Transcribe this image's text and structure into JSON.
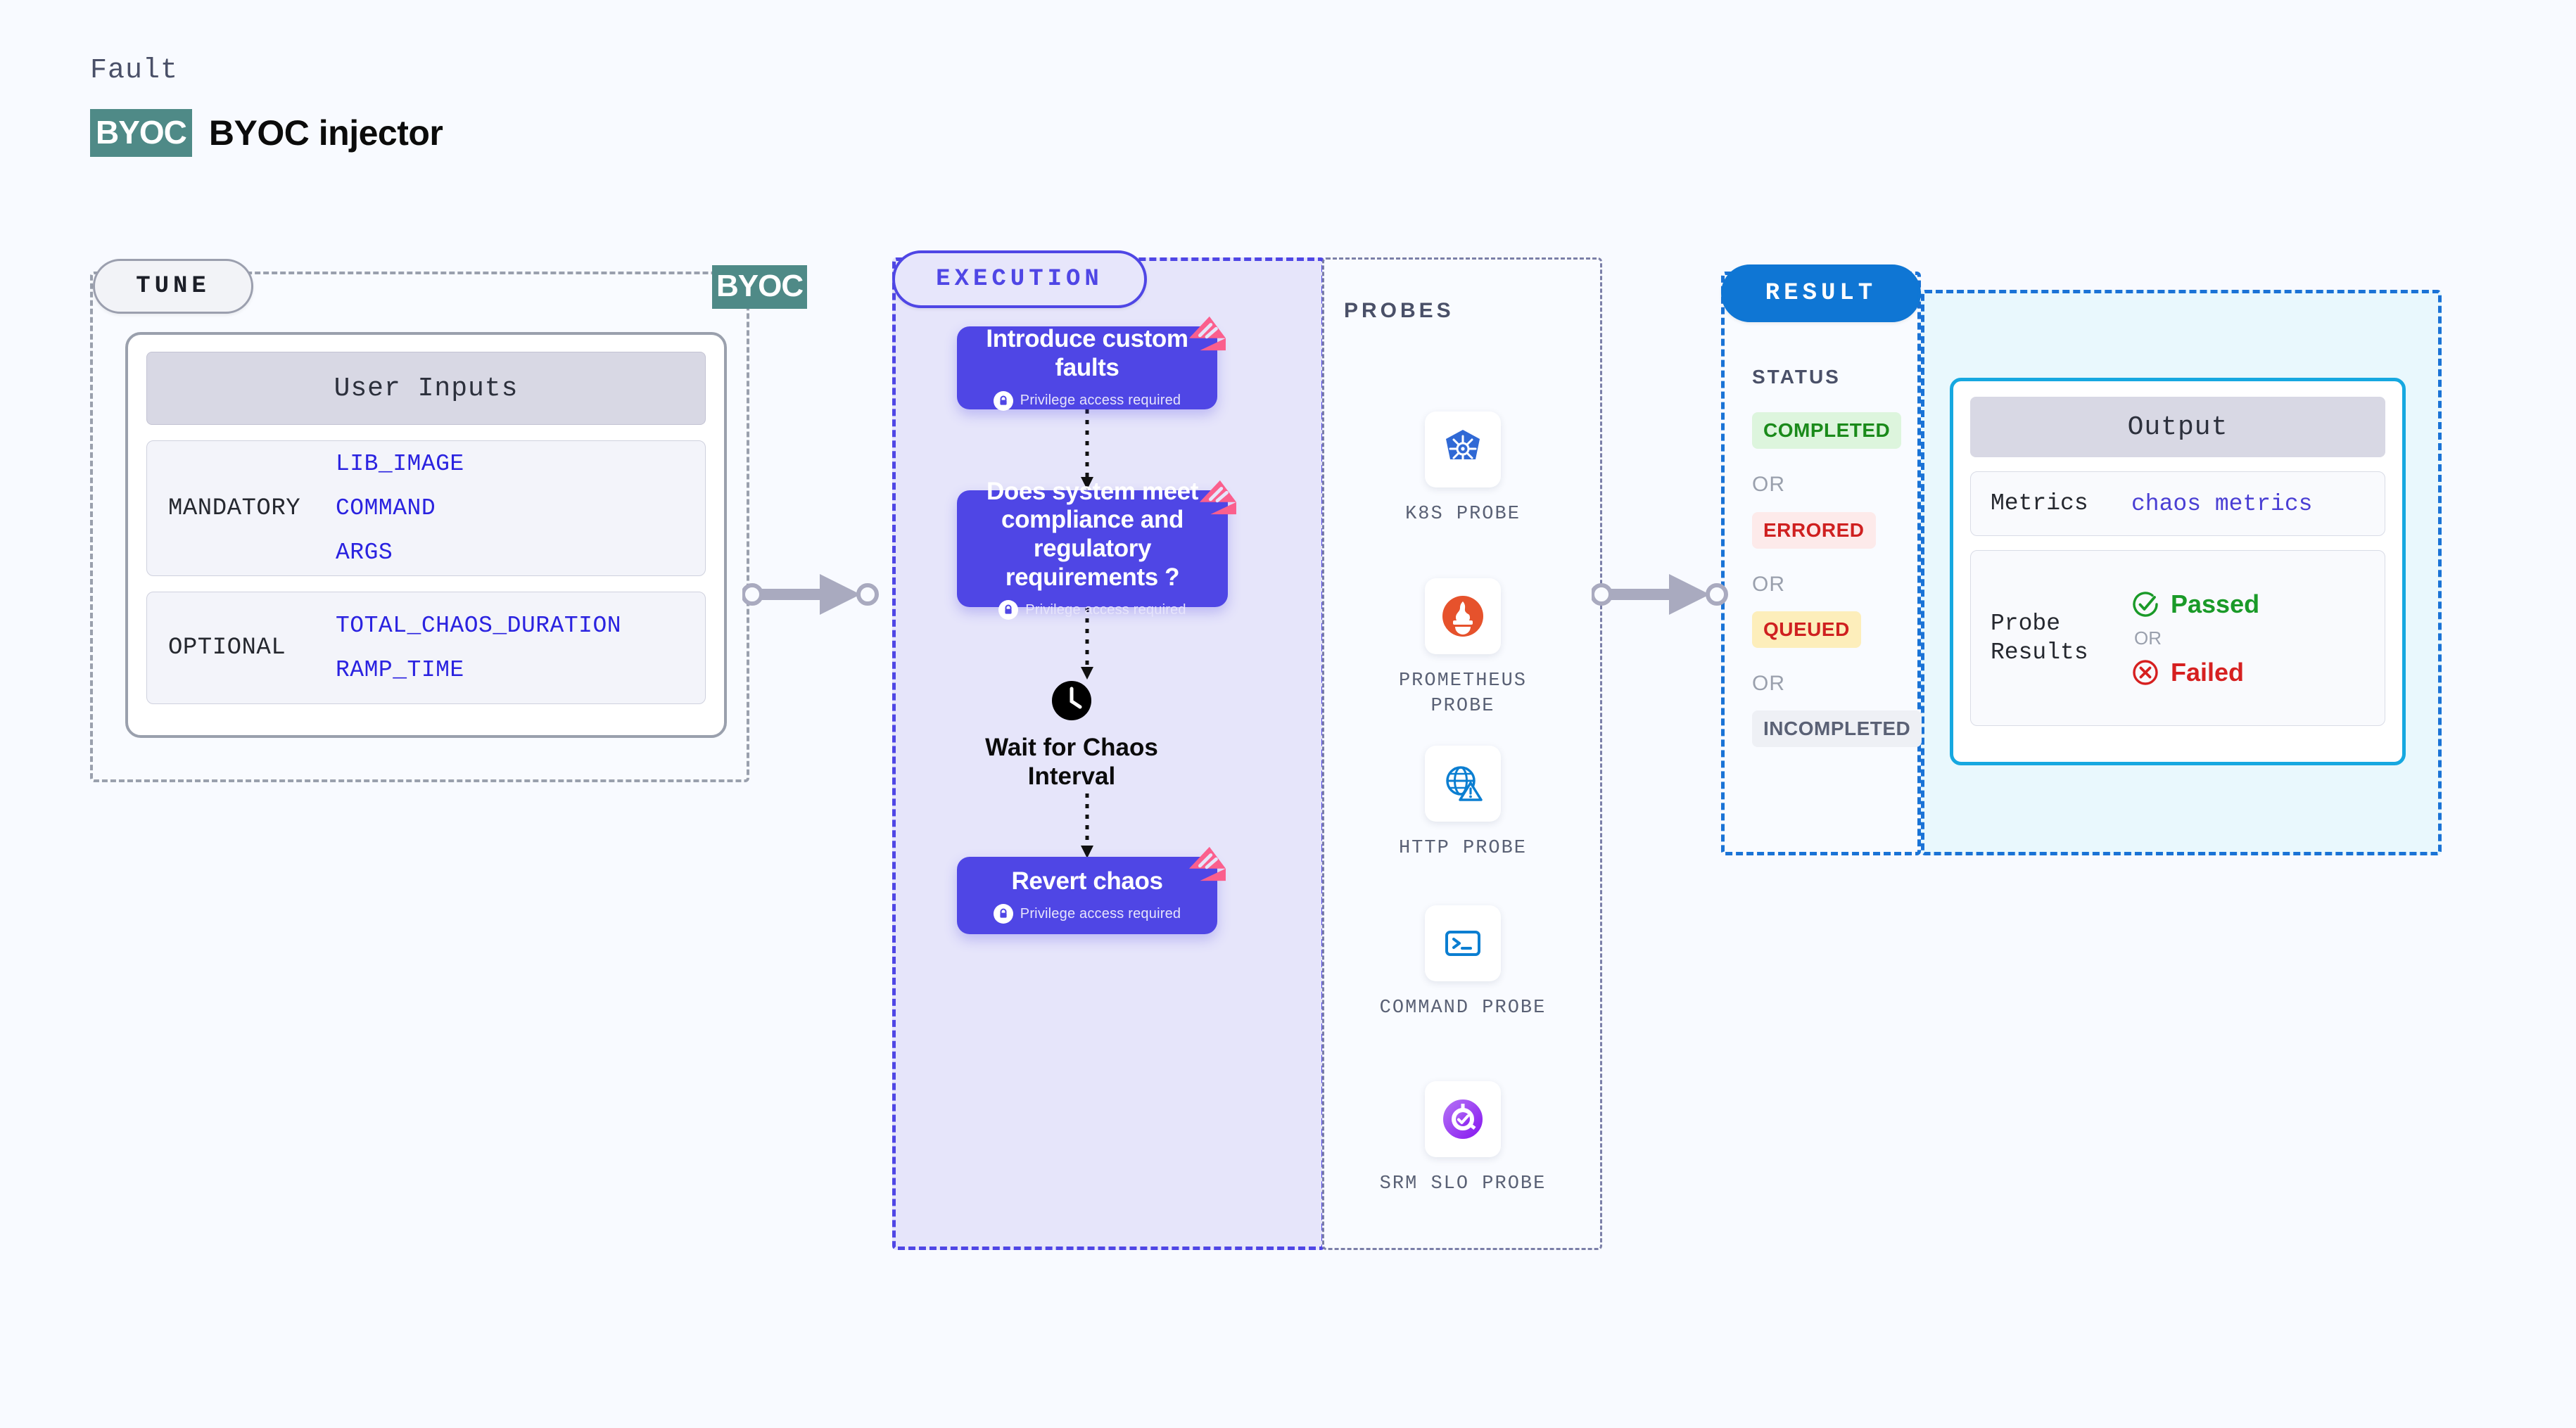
{
  "header": {
    "eyebrow": "Fault",
    "chip_label": "BYOC",
    "title": "BYOC injector",
    "chip_color": "#4f8a87"
  },
  "tune": {
    "section_label": "TUNE",
    "byoc_tag": "BYOC",
    "card_header": "User Inputs",
    "groups": [
      {
        "label": "MANDATORY",
        "values": [
          "LIB_IMAGE",
          "COMMAND",
          "ARGS"
        ]
      },
      {
        "label": "OPTIONAL",
        "values": [
          "TOTAL_CHAOS_DURATION",
          "RAMP_TIME"
        ]
      }
    ],
    "value_color": "#2a22e0"
  },
  "execution": {
    "section_label": "EXECUTION",
    "accent_color": "#4f46e5",
    "privilege_note": "Privilege access required",
    "nodes": [
      {
        "title": "Introduce custom faults",
        "note": "Privilege access required"
      },
      {
        "title": "Does system meet compliance and regulatory requirements ?",
        "note": "Privilege access required"
      },
      {
        "title": "Wait for Chaos Interval"
      },
      {
        "title": "Revert chaos",
        "note": "Privilege access required"
      }
    ]
  },
  "probes": {
    "section_label": "PROBES",
    "items": [
      {
        "label": "K8S PROBE",
        "icon": "kubernetes-icon",
        "color": "#3069d5"
      },
      {
        "label": "PROMETHEUS PROBE",
        "icon": "prometheus-icon",
        "color": "#e6522c"
      },
      {
        "label": "HTTP PROBE",
        "icon": "http-globe-icon",
        "color": "#0b7ed1"
      },
      {
        "label": "COMMAND PROBE",
        "icon": "terminal-icon",
        "color": "#0b7ed1"
      },
      {
        "label": "SRM SLO PROBE",
        "icon": "srm-slo-icon",
        "color": "#9333ea"
      }
    ]
  },
  "result": {
    "section_label": "RESULT",
    "accent_color": "#1a73d6",
    "status_title": "STATUS",
    "or_label": "OR",
    "statuses": [
      {
        "label": "COMPLETED",
        "bg": "#ddf5dd",
        "fg": "#1a8a1a"
      },
      {
        "label": "ERRORED",
        "bg": "#fdeaea",
        "fg": "#cf2020"
      },
      {
        "label": "QUEUED",
        "bg": "#fdeebb",
        "fg": "#cf2020"
      },
      {
        "label": "INCOMPLETED",
        "bg": "#eef0f5",
        "fg": "#5a6175"
      }
    ],
    "output": {
      "header": "Output",
      "metrics_key": "Metrics",
      "metrics_value": "chaos metrics",
      "probe_results_key": "Probe Results",
      "passed_label": "Passed",
      "or_label": "OR",
      "failed_label": "Failed"
    }
  }
}
